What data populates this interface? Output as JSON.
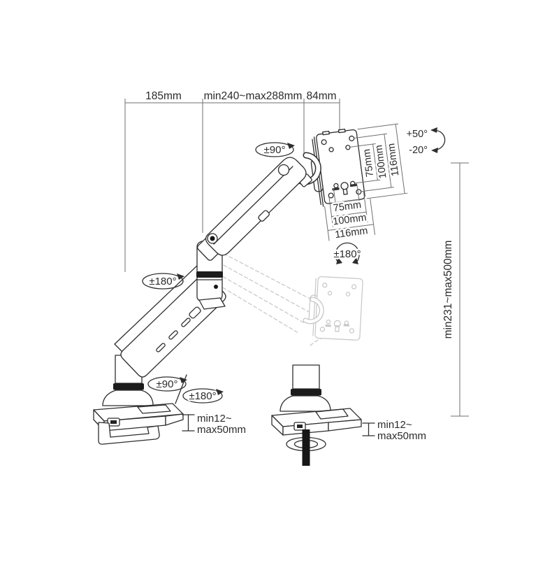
{
  "colors": {
    "ink": "#2e2e2e",
    "dimension_line": "#6f6f6f",
    "ghost": "#c6c6c6",
    "black_fill": "#1c1c1c",
    "background": "#ffffff"
  },
  "dimensions": {
    "base_to_elbow": "185mm",
    "arm_reach": "min240~max288mm",
    "vesa_offset": "84mm",
    "height_range": "min231~max500mm"
  },
  "tilt": {
    "up": "+50°",
    "down": "-20°"
  },
  "vesa": {
    "d75": "75mm",
    "d100": "100mm",
    "d116": "116mm"
  },
  "rotation": {
    "wrist_swivel": "±90°",
    "elbow_swivel": "±180°",
    "plate_rotation": "±180°",
    "base_swivel": "±90°",
    "base_rotation": "±180°"
  },
  "mount_thickness": {
    "line1": "min12~",
    "line2": "max50mm"
  }
}
